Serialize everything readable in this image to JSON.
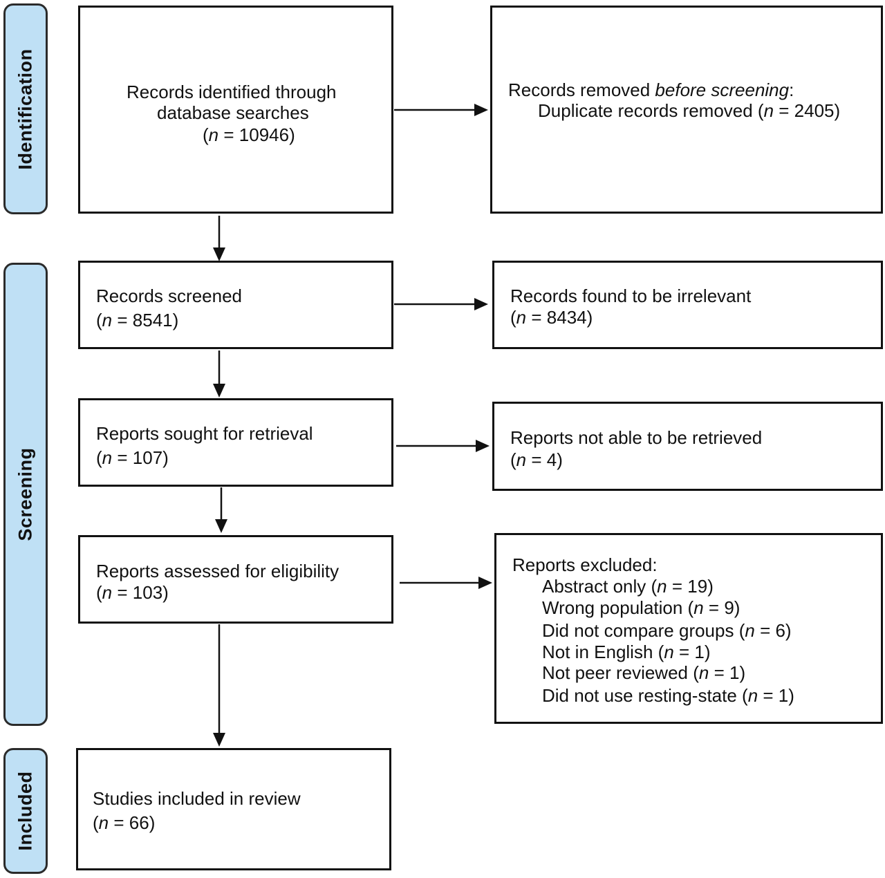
{
  "phases": {
    "identification": "Identification",
    "screening": "Screening",
    "included": "Included"
  },
  "boxes": {
    "identified": {
      "line1": "Records identified through",
      "line2": "database searches",
      "n_prefix": "(",
      "n_var": "n",
      "n_value": " = 10946)"
    },
    "removed": {
      "line1_a": "Records removed ",
      "line1_em": "before screening",
      "line1_b": ":",
      "line2_a": "Duplicate records removed (",
      "line2_var": "n",
      "line2_b": " = 2405)"
    },
    "screened": {
      "line1": "Records screened",
      "n_prefix": "(",
      "n_var": "n",
      "n_value": " = 8541)"
    },
    "irrelevant": {
      "line1": "Records found to be irrelevant",
      "n_prefix": "(",
      "n_var": "n",
      "n_value": " = 8434)"
    },
    "sought": {
      "line1": "Reports sought for retrieval",
      "n_prefix": "(",
      "n_var": "n",
      "n_value": " = 107)"
    },
    "not_retrieved": {
      "line1": "Reports not able to be retrieved",
      "n_prefix": "(",
      "n_var": "n",
      "n_value": " = 4)"
    },
    "assessed": {
      "line1": "Reports assessed for eligibility",
      "n_prefix": "(",
      "n_var": "n",
      "n_value": " = 103)"
    },
    "excluded": {
      "title": "Reports excluded:",
      "reasons": [
        {
          "text": "Abstract only (",
          "var": "n",
          "value": " = 19)"
        },
        {
          "text": "Wrong population (",
          "var": "n",
          "value": " = 9)"
        },
        {
          "text": "Did not compare groups (",
          "var": "n",
          "value": " = 6)"
        },
        {
          "text": "Not in English (",
          "var": "n",
          "value": " = 1)"
        },
        {
          "text": "Not peer reviewed (",
          "var": "n",
          "value": " = 1)"
        },
        {
          "text": "Did not use resting-state (",
          "var": "n",
          "value": " = 1)"
        }
      ]
    },
    "included": {
      "line1": "Studies included in review",
      "n_prefix": "(",
      "n_var": "n",
      "n_value": " = 66)"
    }
  },
  "colors": {
    "phase_fill": "#bfe0f5",
    "stroke": "#111111"
  }
}
